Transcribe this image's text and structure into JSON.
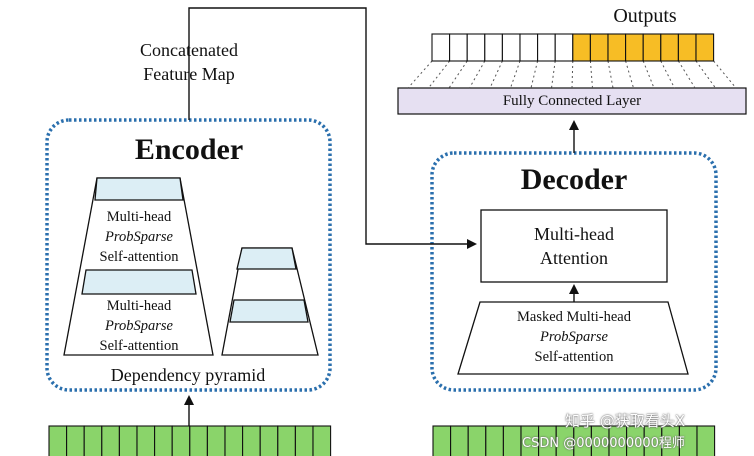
{
  "colors": {
    "dotted_border": "#2a6fad",
    "trap_fill": "#dceef5",
    "output_highlight": "#f7bd25",
    "input_green": "#8ad46a",
    "fc_layer": "#e6e0f2"
  },
  "encoder": {
    "title": "Encoder",
    "block1": {
      "line1": "Multi-head",
      "line2": "ProbSparse",
      "line3": "Self-attention"
    },
    "block2": {
      "line1": "Multi-head",
      "line2": "ProbSparse",
      "line3": "Self-attention"
    },
    "pyramid_label": "Dependency pyramid"
  },
  "feature_map": {
    "line1": "Concatenated",
    "line2": "Feature Map"
  },
  "decoder": {
    "title": "Decoder",
    "attention": {
      "line1": "Multi-head",
      "line2": "Attention"
    },
    "masked": {
      "line1": "Masked Multi-head",
      "line2": "ProbSparse",
      "line3": "Self-attention"
    }
  },
  "fc_layer": "Fully Connected Layer",
  "outputs_label": "Outputs",
  "output_cells": {
    "plain": 8,
    "highlighted": 8
  },
  "watermark": {
    "line1": "知乎 @获取看头X",
    "line2": "CSDN @0000000000程师"
  }
}
